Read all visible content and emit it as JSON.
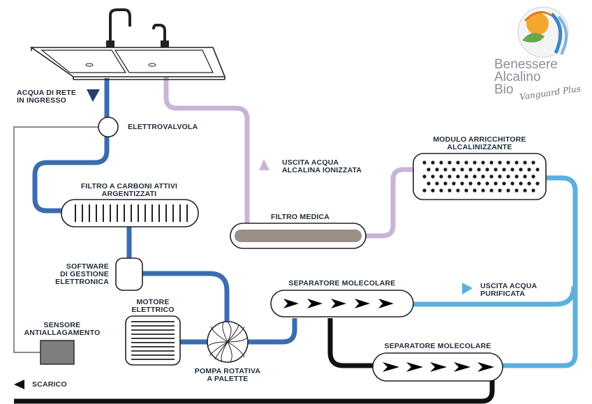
{
  "labels": {
    "acqua_di_rete": [
      "ACQUA DI RETE",
      "IN INGRESSO"
    ],
    "elettrovalvola": "ELETTROVALVOLA",
    "filtro_carboni": [
      "FILTRO A CARBONI ATTIVI",
      "ARGENTIZZATI"
    ],
    "uscita_alcalina": [
      "USCITA ACQUA",
      "ALCALINA IONIZZATA"
    ],
    "modulo_arricchitore": [
      "MODULO ARRICCHITORE",
      "ALCALINIZZANTE"
    ],
    "filtro_medica": "FILTRO MEDICA",
    "software": [
      "SOFTWARE",
      "DI GESTIONE",
      "ELETTRONICA"
    ],
    "separatore_1": "SEPARATORE MOLECOLARE",
    "uscita_purificata": [
      "USCITA ACQUA",
      "PURIFICATA"
    ],
    "motore": [
      "MOTORE",
      "ELETTRICO"
    ],
    "sensore": [
      "SENSORE",
      "ANTIALLAGAMENTO"
    ],
    "separatore_2": "SEPARATORE MOLECOLARE",
    "pompa": [
      "POMPA ROTATIVA",
      "A PALETTE"
    ],
    "scarico": "SCARICO"
  },
  "logo": {
    "line1": "Benessere",
    "line2": "Alcalino",
    "line3": "Bio",
    "script": "Vanguard Plus"
  },
  "colors": {
    "tap_water": "#3a6cb0",
    "alkaline": "#c9b4d8",
    "purified": "#5bb0e0",
    "drain": "#111111",
    "outline": "#222222",
    "sensor_fill": "#7e7e7e"
  }
}
